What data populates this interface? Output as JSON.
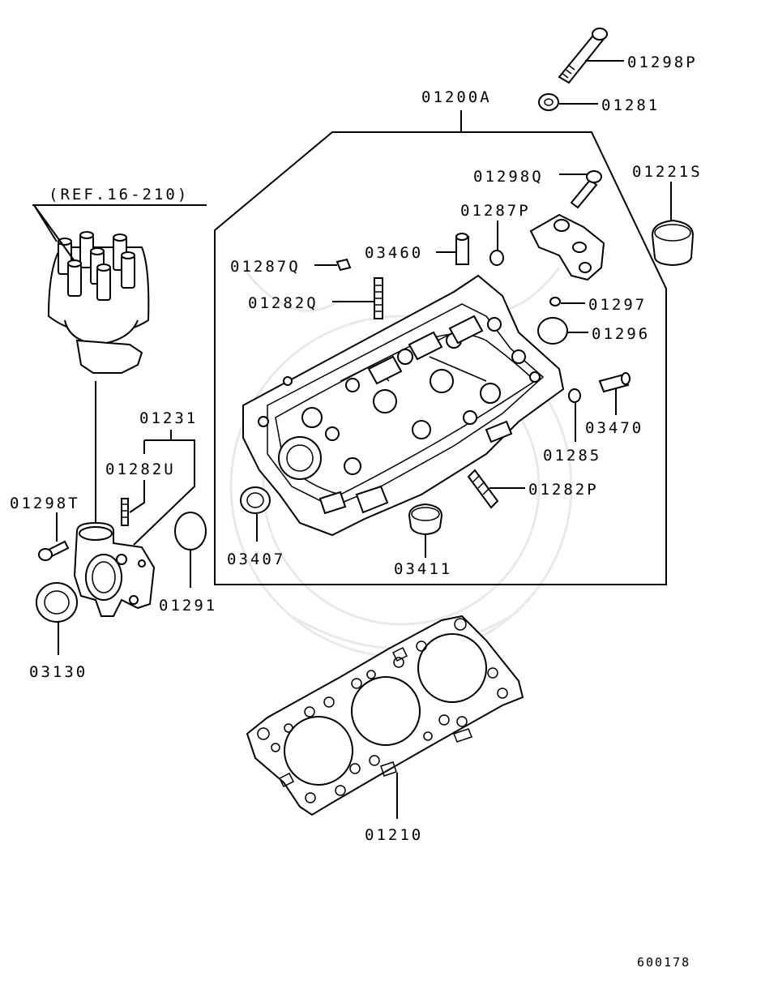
{
  "diagram": {
    "reference_note": "(REF.16-210)",
    "figure_number": "600178",
    "callouts": [
      {
        "id": "01298P"
      },
      {
        "id": "01281"
      },
      {
        "id": "01200A"
      },
      {
        "id": "01221S"
      },
      {
        "id": "01298Q"
      },
      {
        "id": "01287P"
      },
      {
        "id": "03460"
      },
      {
        "id": "01287Q"
      },
      {
        "id": "01282Q"
      },
      {
        "id": "01297"
      },
      {
        "id": "01296"
      },
      {
        "id": "03470"
      },
      {
        "id": "01285"
      },
      {
        "id": "01282P"
      },
      {
        "id": "03407"
      },
      {
        "id": "03411"
      },
      {
        "id": "01231"
      },
      {
        "id": "01282U"
      },
      {
        "id": "01298T"
      },
      {
        "id": "01291"
      },
      {
        "id": "03130"
      },
      {
        "id": "01210"
      }
    ]
  }
}
